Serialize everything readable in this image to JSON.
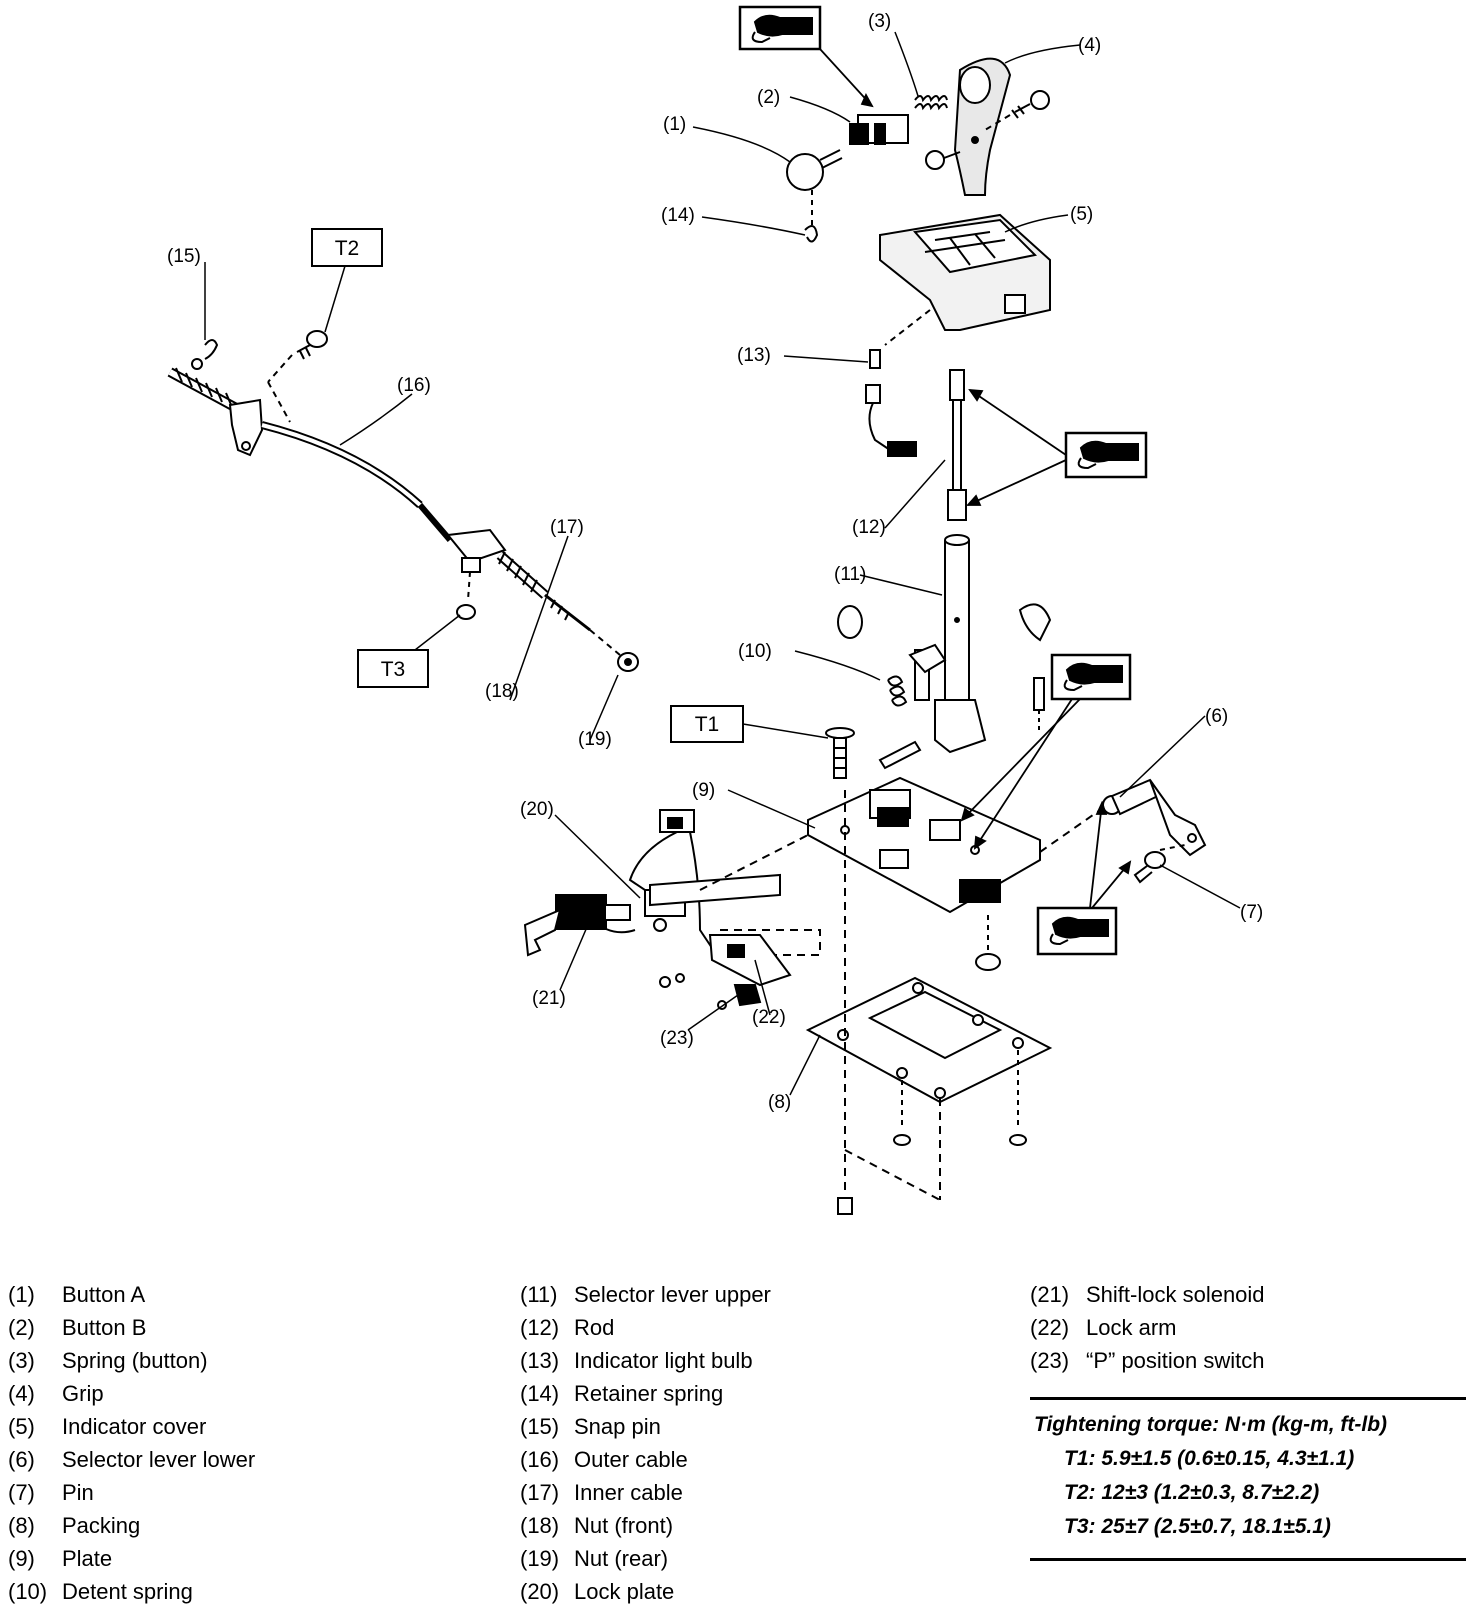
{
  "callouts": {
    "c1": "(1)",
    "c2": "(2)",
    "c3": "(3)",
    "c4": "(4)",
    "c5": "(5)",
    "c6": "(6)",
    "c7": "(7)",
    "c8": "(8)",
    "c9": "(9)",
    "c10": "(10)",
    "c11": "(11)",
    "c12": "(12)",
    "c13": "(13)",
    "c14": "(14)",
    "c15": "(15)",
    "c16": "(16)",
    "c17": "(17)",
    "c18": "(18)",
    "c19": "(19)",
    "c20": "(20)",
    "c21": "(21)",
    "c22": "(22)",
    "c23": "(23)"
  },
  "torque_tags": {
    "t1": "T1",
    "t2": "T2",
    "t3": "T3"
  },
  "grease_icon": "grease-applicator-icon",
  "legend": [
    {
      "num": "(1)",
      "name": "Button A"
    },
    {
      "num": "(2)",
      "name": "Button B"
    },
    {
      "num": "(3)",
      "name": "Spring (button)"
    },
    {
      "num": "(4)",
      "name": "Grip"
    },
    {
      "num": "(5)",
      "name": "Indicator cover"
    },
    {
      "num": "(6)",
      "name": "Selector lever lower"
    },
    {
      "num": "(7)",
      "name": "Pin"
    },
    {
      "num": "(8)",
      "name": "Packing"
    },
    {
      "num": "(9)",
      "name": "Plate"
    },
    {
      "num": "(10)",
      "name": "Detent spring"
    },
    {
      "num": "(11)",
      "name": "Selector lever upper"
    },
    {
      "num": "(12)",
      "name": "Rod"
    },
    {
      "num": "(13)",
      "name": "Indicator light bulb"
    },
    {
      "num": "(14)",
      "name": "Retainer spring"
    },
    {
      "num": "(15)",
      "name": "Snap pin"
    },
    {
      "num": "(16)",
      "name": "Outer cable"
    },
    {
      "num": "(17)",
      "name": "Inner cable"
    },
    {
      "num": "(18)",
      "name": "Nut (front)"
    },
    {
      "num": "(19)",
      "name": "Nut (rear)"
    },
    {
      "num": "(20)",
      "name": "Lock plate"
    },
    {
      "num": "(21)",
      "name": "Shift-lock solenoid"
    },
    {
      "num": "(22)",
      "name": "Lock arm"
    },
    {
      "num": "(23)",
      "name": "“P” position switch"
    }
  ],
  "torque": {
    "heading": "Tightening torque: N·m (kg-m, ft-lb)",
    "rows": [
      "T1: 5.9±1.5 (0.6±0.15, 4.3±1.1)",
      "T2: 12±3 (1.2±0.3, 8.7±2.2)",
      "T3: 25±7 (2.5±0.7, 18.1±5.1)"
    ]
  }
}
